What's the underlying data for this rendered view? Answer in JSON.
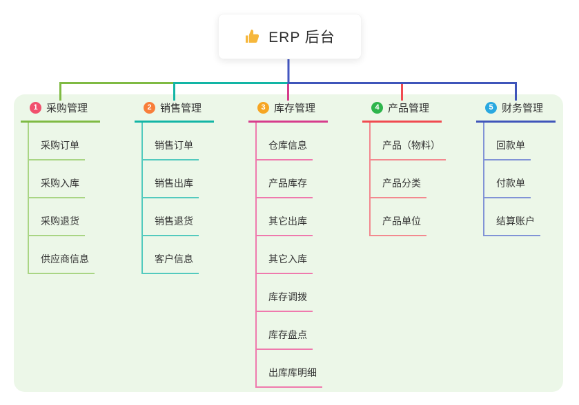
{
  "root": {
    "label": "ERP 后台",
    "icon": "thumbs-up-icon",
    "icon_color": "#f6b73c",
    "line_color": "#4356c0"
  },
  "canvas_color": "#ecf7e8",
  "branches": [
    {
      "badge": "1",
      "label": "采购管理",
      "badge_color": "#f1506d",
      "line_color": "#7fba43",
      "item_line_color": "#a9d584",
      "items": [
        "采购订单",
        "采购入库",
        "采购退货",
        "供应商信息"
      ]
    },
    {
      "badge": "2",
      "label": "销售管理",
      "badge_color": "#f87e3a",
      "line_color": "#12b5a5",
      "item_line_color": "#53cabe",
      "items": [
        "销售订单",
        "销售出库",
        "销售退货",
        "客户信息"
      ]
    },
    {
      "badge": "3",
      "label": "库存管理",
      "badge_color": "#f6a523",
      "line_color": "#d63c8c",
      "item_line_color": "#ef79ad",
      "items": [
        "仓库信息",
        "产品库存",
        "其它出库",
        "其它入库",
        "库存调拨",
        "库存盘点",
        "出库库明细"
      ]
    },
    {
      "badge": "4",
      "label": "产品管理",
      "badge_color": "#2eb54c",
      "line_color": "#f04a50",
      "item_line_color": "#f3898f",
      "items": [
        "产品（物料）",
        "产品分类",
        "产品单位"
      ]
    },
    {
      "badge": "5",
      "label": "财务管理",
      "badge_color": "#29a8e0",
      "line_color": "#3f55ba",
      "item_line_color": "#8193d6",
      "items": [
        "回款单",
        "付款单",
        "结算账户"
      ]
    }
  ]
}
